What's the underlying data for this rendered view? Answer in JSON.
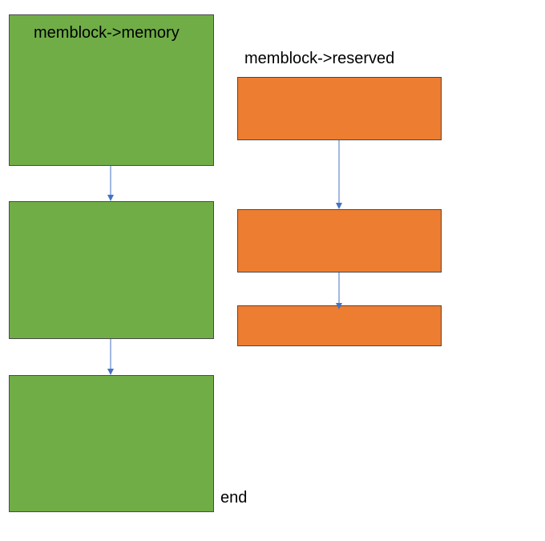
{
  "memory": {
    "label": "memblock->memory",
    "color": "#70ad47",
    "block_count": 3
  },
  "reserved": {
    "label": "memblock->reserved",
    "color": "#ed7d31",
    "block_count": 3
  },
  "end_label": "end",
  "arrow_color": "#4472c4"
}
